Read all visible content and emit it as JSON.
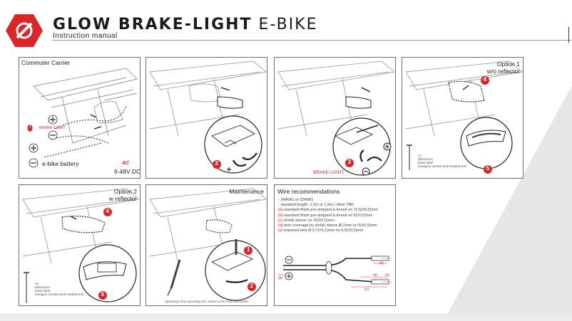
{
  "header": {
    "title_bold": "GLOW BRAKE-LIGHT",
    "title_light": "E-BIKE",
    "subtitle": "Instruction manual"
  },
  "colors": {
    "accent": "#d9262b",
    "border": "#6f6f6f",
    "triangle": "#e6e6e6"
  },
  "panels": {
    "p1": {
      "title": "Commuter Carrier",
      "step": "1",
      "brake_light": "BRAKE-LIGHT",
      "battery": "e-bike battery",
      "voltage": "6-48V DC",
      "ac_logo": "AC"
    },
    "p2": {
      "step": "2"
    },
    "p3": {
      "step": "3",
      "brake_light": "BRAKE-LIGHT"
    },
    "p4": {
      "title_line1": "Option 1",
      "title_line2": "w/o reflector",
      "step_a": "4",
      "step_b": "5",
      "screw_spec": [
        "x2",
        "M5x12mm",
        "black steel",
        "hexagon countersunk headed bolt"
      ]
    },
    "p5": {
      "title_line1": "Option 2",
      "title_line2": "w reflector",
      "step_a": "4",
      "step_b": "5",
      "screw_spec": [
        "x2",
        "M5x14mm",
        "black steel",
        "hexagon countersunk headed bolt"
      ]
    },
    "p6": {
      "title": "Maintenance",
      "step_a": "1",
      "step_b": "2",
      "footnote": "Spanninga Glow operating tool: contact us for more information"
    },
    "p7": {
      "title": "Wire recommendations",
      "lines": [
        {
          "tag": "",
          "text": "- 24AWG or 22AWG"
        },
        {
          "tag": "",
          "text": "- standard length: 1.2m or 1.5m / other TBD"
        },
        {
          "tag": "(a)",
          "text": " standard finish pre-stripped & tinned on 11,5(±0,5)mm"
        },
        {
          "tag": "(b)",
          "text": " standard finish pre-stripped & tinned on 5(±0,5)mm"
        },
        {
          "tag": "(c)",
          "text": " shrink sleeve on 15(±0,5)mm"
        },
        {
          "tag": "(d)",
          "text": " wire coverage by shrink sleeve Ø 2mm on 5(±0,5)mm"
        },
        {
          "tag": "(e)",
          "text": " exposed wire Ø 0,7(±0,1)mm on 6.5(±0,5)mm"
        }
      ],
      "diagram_tags": {
        "a": "(a)",
        "b": "(b)",
        "c": "(c)",
        "d": "(d)",
        "e": "(e)"
      }
    }
  }
}
